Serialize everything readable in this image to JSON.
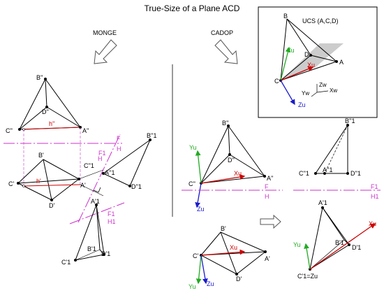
{
  "title": "True-Size of a Plane ACD",
  "headers": {
    "monge": "MONGE",
    "cadop": "CADOP"
  },
  "inset": {
    "ucs": "UCS (A,C,D)",
    "B": "B",
    "D": "D",
    "A": "A",
    "C": "C",
    "Yu": "Yu",
    "Xu": "Xu",
    "Zu": "Zu",
    "Zw": "Zw",
    "Yw": "Yw",
    "Xw": "Xw"
  },
  "monge": {
    "front": {
      "B": "B''",
      "D": "D''",
      "C": "C''",
      "A": "A''",
      "h": "h''"
    },
    "fold1": {
      "F": "F",
      "H": "H"
    },
    "top": {
      "B": "B'",
      "C": "C'",
      "A": "A'",
      "D": "D'",
      "h": "h'"
    },
    "fold2": {
      "H": "H",
      "F1": "F1"
    },
    "side": {
      "B": "B''1",
      "C": "C''1",
      "A": "A''1",
      "D": "D''1"
    },
    "fold3": {
      "F1": "F1",
      "H1": "H1"
    },
    "true": {
      "A": "A'1",
      "C": "C'1",
      "B": "B'1",
      "D": "D'1"
    }
  },
  "cadop": {
    "front": {
      "B": "B''",
      "D": "D''",
      "C": "C''",
      "A": "A''",
      "Yu": "Yu",
      "Xu": "Xu",
      "Zu": "Zu"
    },
    "fold1": {
      "F": "F",
      "H": "H"
    },
    "side": {
      "B": "B''1",
      "C": "C''1",
      "A": "A''1",
      "D": "D''1"
    },
    "fold2": {
      "F1": "F1",
      "H1": "H1"
    },
    "top": {
      "B": "B'",
      "C": "C'",
      "A": "A'",
      "D": "D'",
      "Xu": "Xu",
      "Yu": "Yu",
      "Zu": "Zu"
    },
    "true": {
      "A": "A'1",
      "B": "B'1",
      "D": "D'1",
      "C": "C'1=Zu",
      "Yu": "Yu",
      "Xu": "Xu"
    }
  },
  "colors": {
    "magenta": "#cc33cc",
    "red": "#cc0000",
    "green": "#22aa22",
    "blue": "#1a1acc",
    "gray": "#cccccc"
  }
}
